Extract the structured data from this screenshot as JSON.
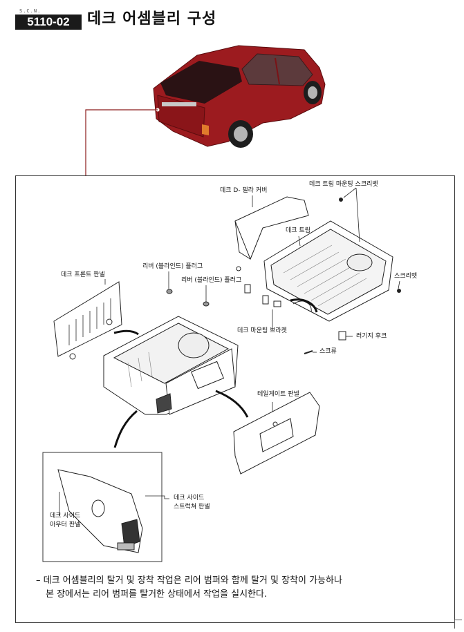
{
  "header": {
    "small_label": "S.C.N.",
    "code": "5110-02",
    "title": "데크 어셈블리 구성"
  },
  "labels": {
    "dpillar_cover": "데크 D- 필라 커버",
    "trim_mounting_bracket": "데크 트림 마운팅 스크리벳",
    "deck_trim": "데크 트림",
    "screw_rivet": "스크리벳",
    "lever_plug_1": "리버 (블라인드) 플러그",
    "lever_plug_2": "리버 (블라인드) 플러그",
    "deck_front_panel": "데크 프론트 판넬",
    "deck_mounting_bracket": "데크 마운팅 브라켓",
    "luggage_hook": "러기지 후크",
    "screw": "스크류",
    "tailgate_panel": "테일게이트 판넬",
    "side_structure_panel_1": "데크 사이드",
    "side_structure_panel_2": "스트럭쳐 판넬",
    "side_outer_panel_1": "데크 사이드",
    "side_outer_panel_2": "아우터 판넬"
  },
  "notes": [
    "– 데크 어셈블리의 탈거 및 장착 작업은 리어 범퍼와 함께 탈거 및 장착이 가능하나",
    "본 장에서는 리어 범퍼를 탈거한 상태에서 작업을 실시한다."
  ],
  "colors": {
    "vehicle_body": "#9c1b1f",
    "header_box": "#1a1a1a",
    "leader_line": "#8b1a1a"
  }
}
